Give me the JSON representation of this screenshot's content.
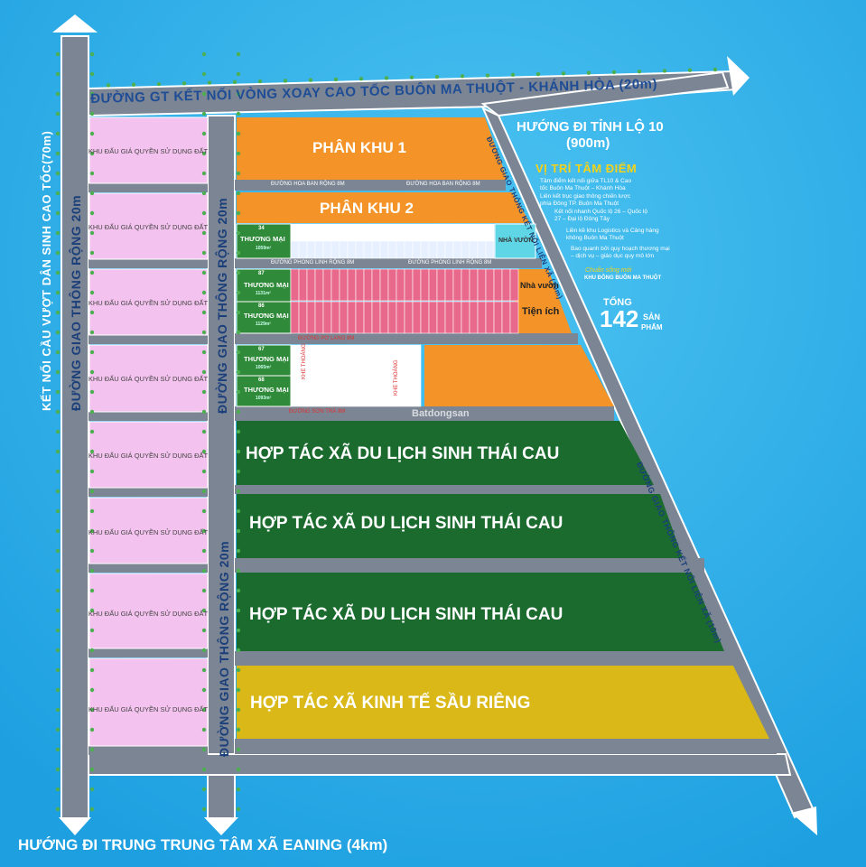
{
  "colors": {
    "background": "#2fb0e8",
    "road": "#7c8593",
    "pink_lot": "#f3c2ee",
    "orange_zone": "#f49327",
    "green_zone": "#1b6b2f",
    "yellow_zone": "#d9b817",
    "commercial_lot": "#2f8a3a",
    "garden_lot": "#5fd6e6",
    "lot_red": "#e8698c",
    "lot_white": "#ffffff",
    "road_label": "#1b3f7a",
    "info_title": "#f3d31a"
  },
  "roads": {
    "top": "ĐƯỜNG GT KẾT NỐI VÒNG XOAY CAO TỐC BUÔN MA THUỘT - KHÁNH HÒA (20m)",
    "left_outer": "KẾT NỐI CẦU VƯỢT DÂN SINH CAO TỐC(70m)",
    "left_inner": "ĐƯỜNG GIAO THÔNG RỘNG 20m",
    "middle_vertical": "ĐƯỜNG GIAO THÔNG RỘNG 20m",
    "right_diagonal_upper": "ĐƯỜNG GIAO THÔNG KẾT NỐI LIÊN XÃ (10m)",
    "right_diagonal_lower": "ĐƯỜNG GIAO THÔNG KẾT NỐI LIÊN XÃ (10m)",
    "internal_1": "ĐƯỜNG HOA BAN RỘNG 8M",
    "internal_1b": "ĐƯỜNG HOA BAN RỘNG 8M",
    "internal_2": "ĐƯỜNG PHONG LINH RỘNG 8M",
    "internal_2b": "ĐƯỜNG PHONG LINH RỘNG 8M",
    "internal_3": "ĐƯỜNG PƠ LANG 8M",
    "internal_4": "ĐƯỜNG SƠN TRÀ 8M"
  },
  "directions": {
    "east_line1": "HƯỚNG ĐI TỈNH LỘ 10",
    "east_line2": "(900m)",
    "south": "HƯỚNG ĐI TRUNG TRUNG TÂM XÃ EANING (4km)"
  },
  "pink_lot_label": "KHU ĐẤU GIÁ QUYỀN SỬ DỤNG ĐẤT",
  "pink_lots": [
    "KHU ĐẤU GIÁ QUYỀN SỬ DỤNG ĐẤT",
    "KHU ĐẤU GIÁ QUYỀN SỬ DỤNG ĐẤT",
    "KHU ĐẤU GIÁ QUYỀN SỬ DỤNG ĐẤT",
    "KHU ĐẤU GIÁ QUYỀN SỬ DỤNG ĐẤT",
    "KHU ĐẤU GIÁ QUYỀN SỬ DỤNG ĐẤT",
    "KHU ĐẤU GIÁ QUYỀN SỬ DỤNG ĐẤT",
    "KHU ĐẤU GIÁ QUYỀN SỬ DỤNG ĐẤT",
    "KHU ĐẤU GIÁ QUYỀN SỬ DỤNG ĐẤT"
  ],
  "zones": {
    "phan_khu_1": "PHÂN KHU 1",
    "phan_khu_2": "PHÂN KHU 2",
    "htx_1": "HỢP TÁC XÃ DU LỊCH SINH THÁI CAU",
    "htx_2": "HỢP TÁC XÃ DU LỊCH SINH THÁI CAU",
    "htx_3": "HỢP TÁC XÃ DU LỊCH SINH THÁI CAU",
    "htx_4": "HỢP TÁC XÃ KINH TẾ SẦU RIÊNG"
  },
  "commercial": {
    "label": "THƯƠNG MẠI",
    "lots": [
      {
        "num": "34",
        "area": "1059m²"
      },
      {
        "num": "87",
        "area": "1131m²"
      },
      {
        "num": "86",
        "area": "1129m²"
      },
      {
        "num": "67",
        "area": "1065m²"
      },
      {
        "num": "68",
        "area": "1093m²"
      }
    ]
  },
  "garden_labels": {
    "nha_vuon_1": "NHÀ VƯỜN",
    "nha_vuon_2": "Nhà vườn",
    "tien_ich": "Tiện ích"
  },
  "khe_thoang": "KHE THOÁNG",
  "info_panel": {
    "title": "VỊ TRÍ TÂM ĐIỂM",
    "items": [
      "Tâm điểm kết nối giữa TL10 & Cao tốc Buôn Ma Thuột – Khánh Hòa",
      "Liên kết trục giao thông chiến lược phía Đông TP. Buôn Ma Thuột",
      "Kết nối nhanh Quốc lộ 26 – Quốc lộ 27 – Đại lộ Đông Tây",
      "Liền kề khu Logistics và Cảng hàng không Buôn Ma Thuột",
      "Bao quanh bởi quy hoạch thương mại – dịch vụ – giáo dục quy mô lớn"
    ],
    "tagline_1": "Chuẩn sống mới",
    "tagline_2": "KHU ĐÔNG BUÔN MA THUỘT",
    "total_prefix": "TỔNG",
    "total_number": "142",
    "total_unit_1": "SẢN",
    "total_unit_2": "PHẨM"
  },
  "watermark": "Batdongsan"
}
